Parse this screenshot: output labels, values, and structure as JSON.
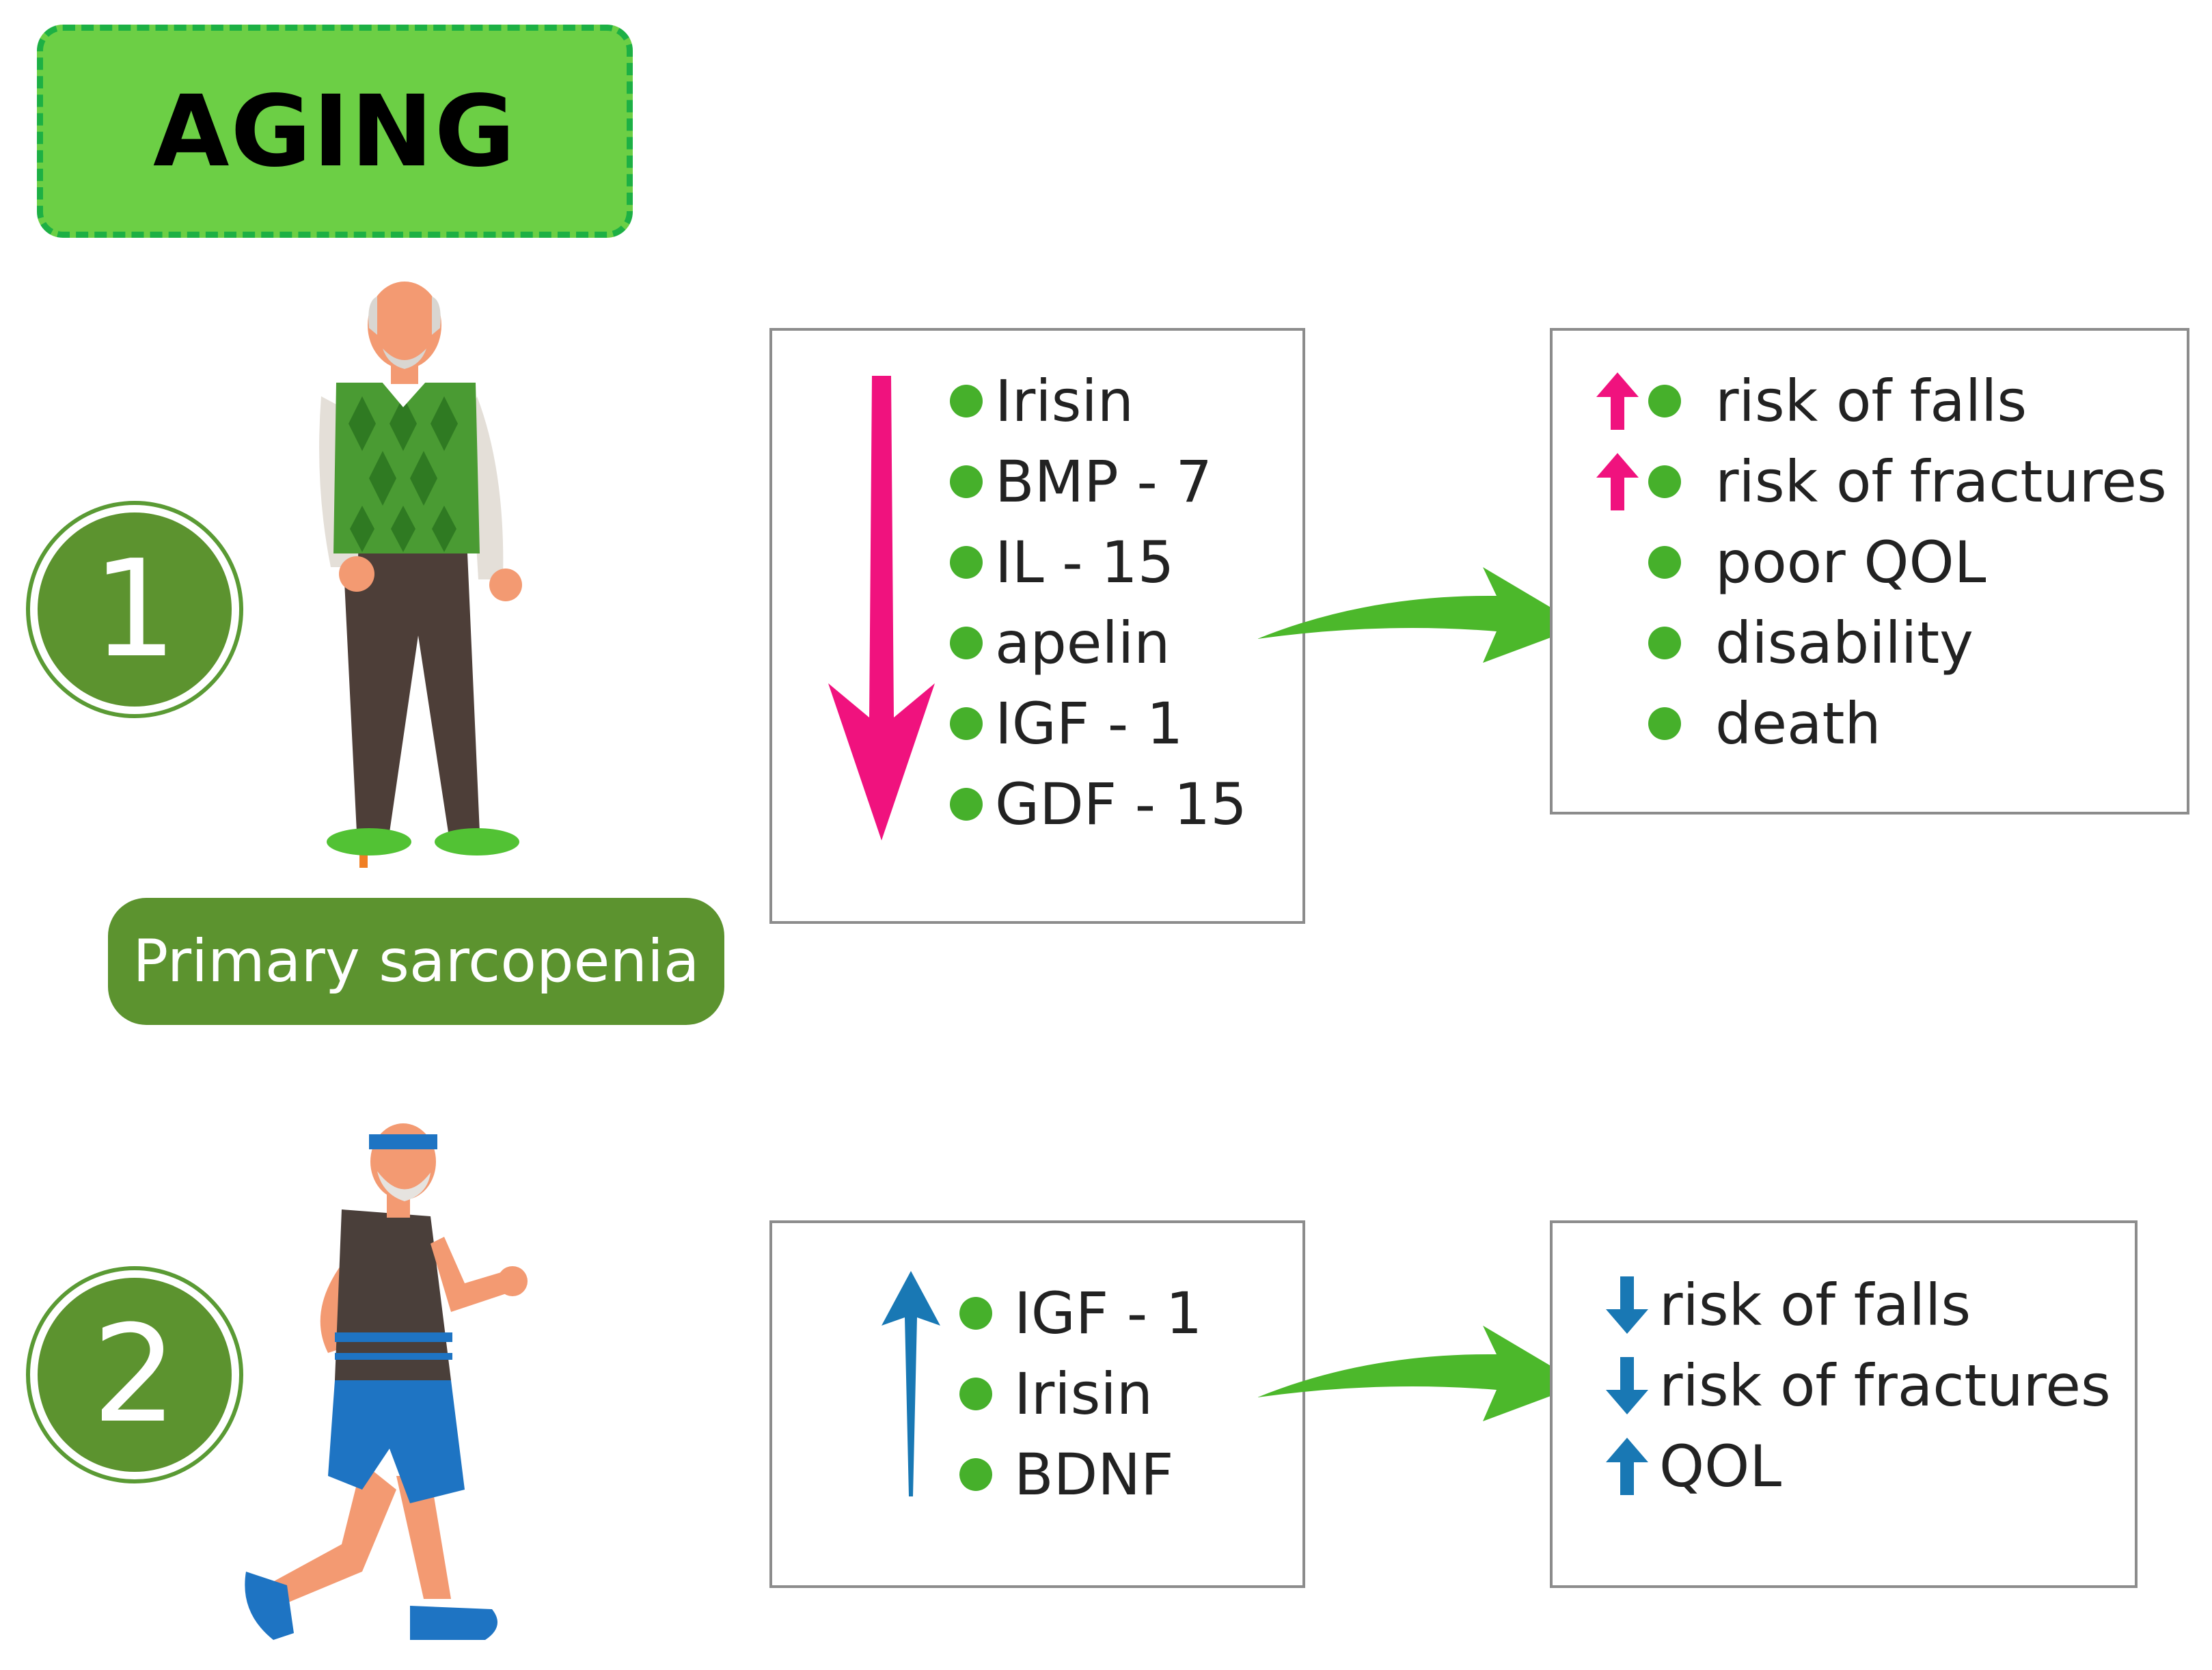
{
  "title": "AGING",
  "section1": {
    "number": "1",
    "label": "Primary sarcopenia",
    "markers": [
      "Irisin",
      "BMP - 7",
      "IL - 15",
      "apelin",
      "IGF - 1",
      "GDF - 15"
    ],
    "markers_direction": "down",
    "outcomes": [
      {
        "text": "risk of falls",
        "arrow": "up"
      },
      {
        "text": "risk of fractures",
        "arrow": "up"
      },
      {
        "text": "poor QOL",
        "arrow": ""
      },
      {
        "text": "disability",
        "arrow": ""
      },
      {
        "text": "death",
        "arrow": ""
      }
    ]
  },
  "section2": {
    "number": "2",
    "markers": [
      "IGF - 1",
      "Irisin",
      "BDNF"
    ],
    "markers_direction": "up",
    "outcomes": [
      {
        "text": "risk of falls",
        "arrow": "down"
      },
      {
        "text": "risk of fractures",
        "arrow": "down"
      },
      {
        "text": "QOL",
        "arrow": "up"
      }
    ]
  },
  "colors": {
    "title_fill": "#6ccf45",
    "section_green": "#5c932f",
    "bullet_green": "#46b02b",
    "flow_arrow_green": "#4cb82b",
    "decrease_pink": "#f0127e",
    "increase_blue": "#1978b4"
  },
  "icons": {
    "figure1": "elderly-man-with-cane-icon",
    "figure2": "elderly-runner-icon"
  }
}
